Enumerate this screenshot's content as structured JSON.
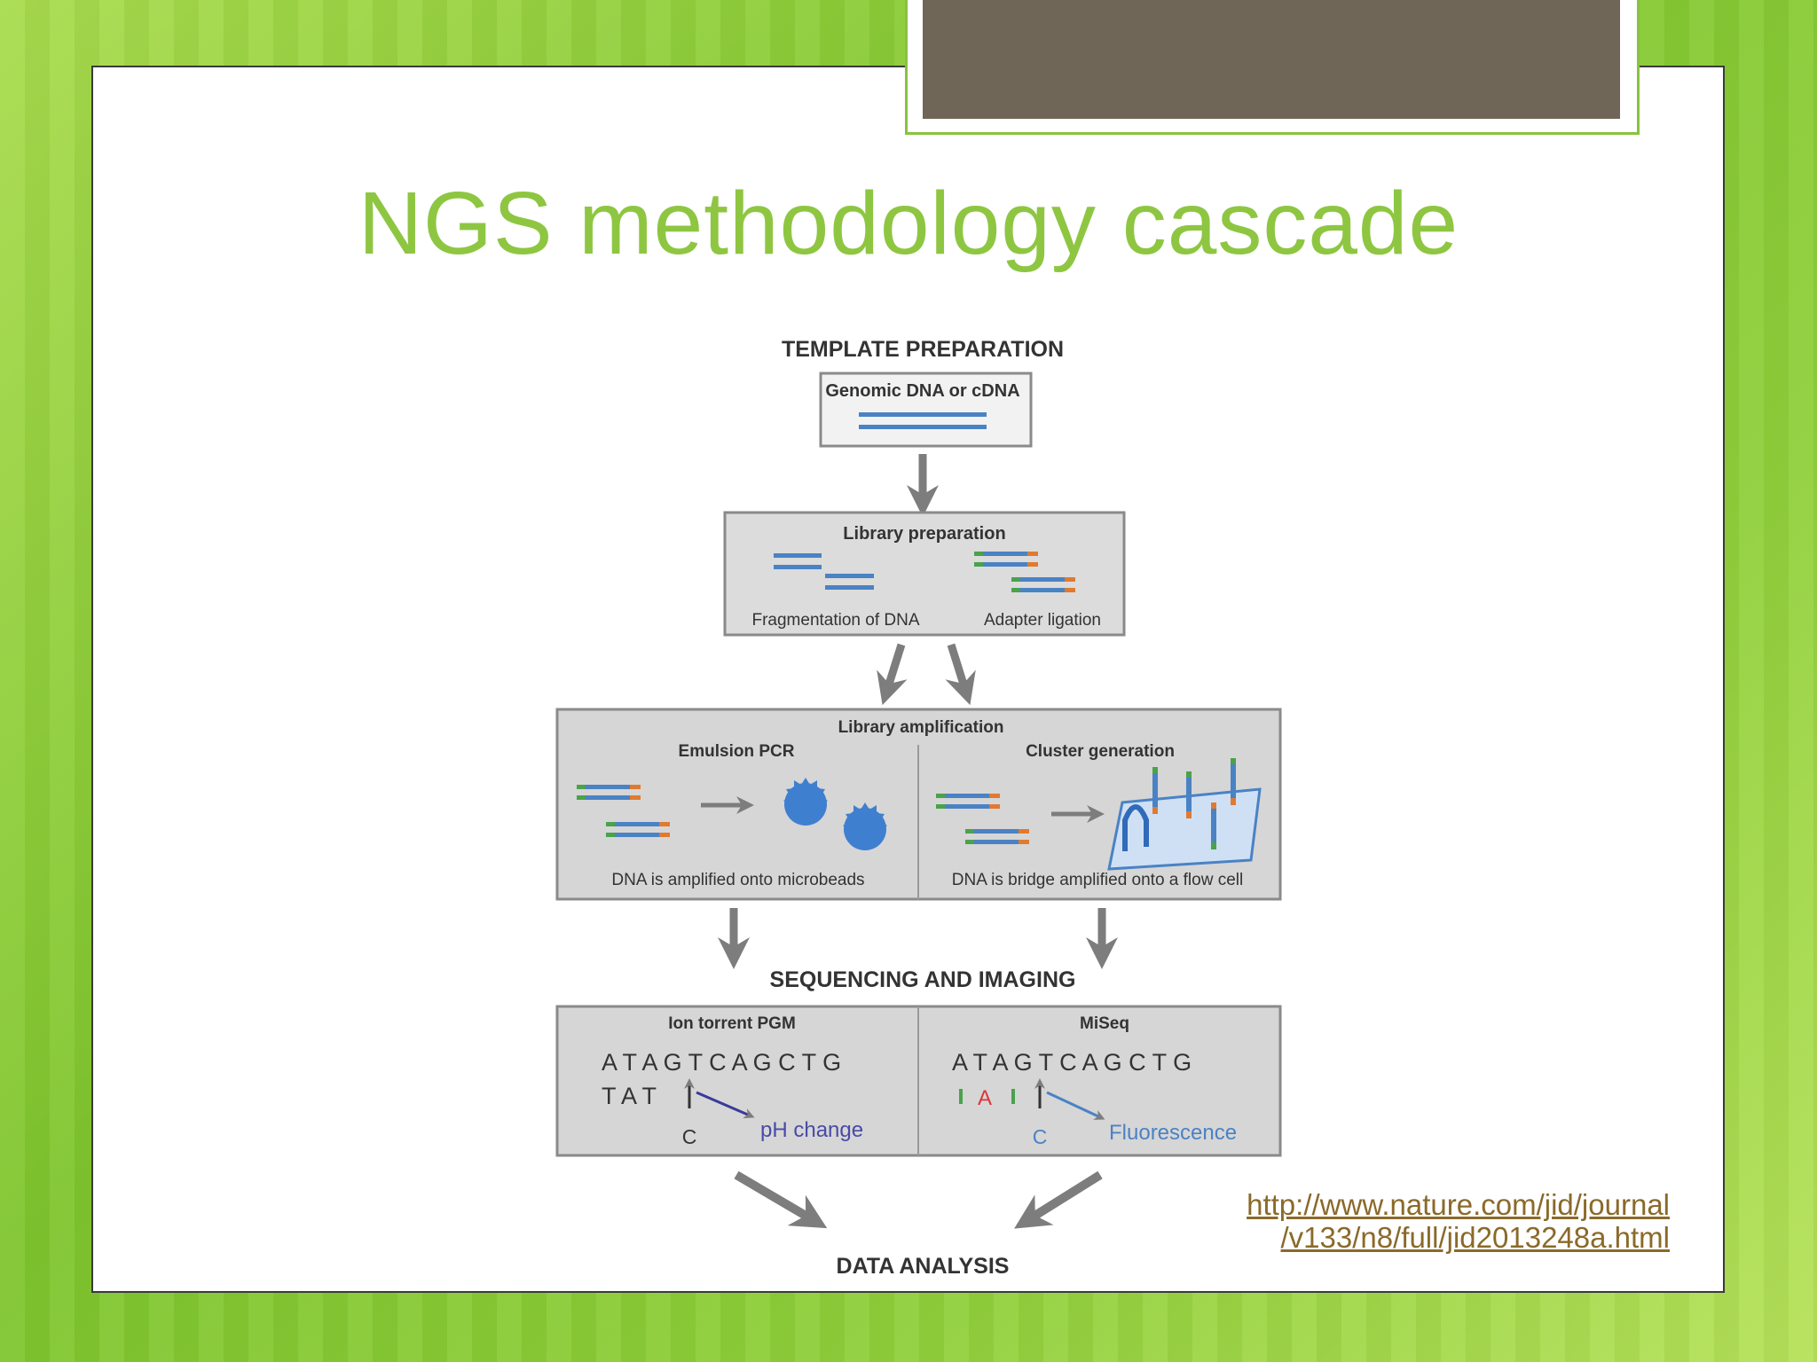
{
  "slide": {
    "title": "NGS methodology cascade",
    "link_line1": "http://www.nature.com/jid/journal",
    "link_line2": "/v133/n8/full/jid2013248a.html"
  },
  "diagram": {
    "template_preparation": "TEMPLATE PREPARATION",
    "genomic_dna": "Genomic DNA or cDNA",
    "library_preparation": "Library preparation",
    "fragmentation": "Fragmentation of DNA",
    "adapter_ligation": "Adapter ligation",
    "library_amplification": "Library amplification",
    "emulsion_pcr": "Emulsion PCR",
    "cluster_generation": "Cluster generation",
    "microbeads": "DNA is amplified onto microbeads",
    "flow_cell": "DNA is bridge amplified onto a flow cell",
    "sequencing_imaging": "SEQUENCING AND IMAGING",
    "ion_torrent": "Ion torrent PGM",
    "miseq": "MiSeq",
    "seq_left": "A T A G T C A G C T G",
    "seq_left_partial": "T A T",
    "base_c_left": "C",
    "ph_change": "pH change",
    "seq_right": "A T A G T C A G C T G",
    "base_c_right": "C",
    "fluorescence": "Fluorescence",
    "data_analysis": "DATA ANALYSIS",
    "colors": {
      "dna": "#4a82c4",
      "adapter_green": "#4aa24a",
      "adapter_orange": "#e07a30",
      "box_fill": "#d6d6d6",
      "arrow": "#7d7d7d"
    }
  }
}
